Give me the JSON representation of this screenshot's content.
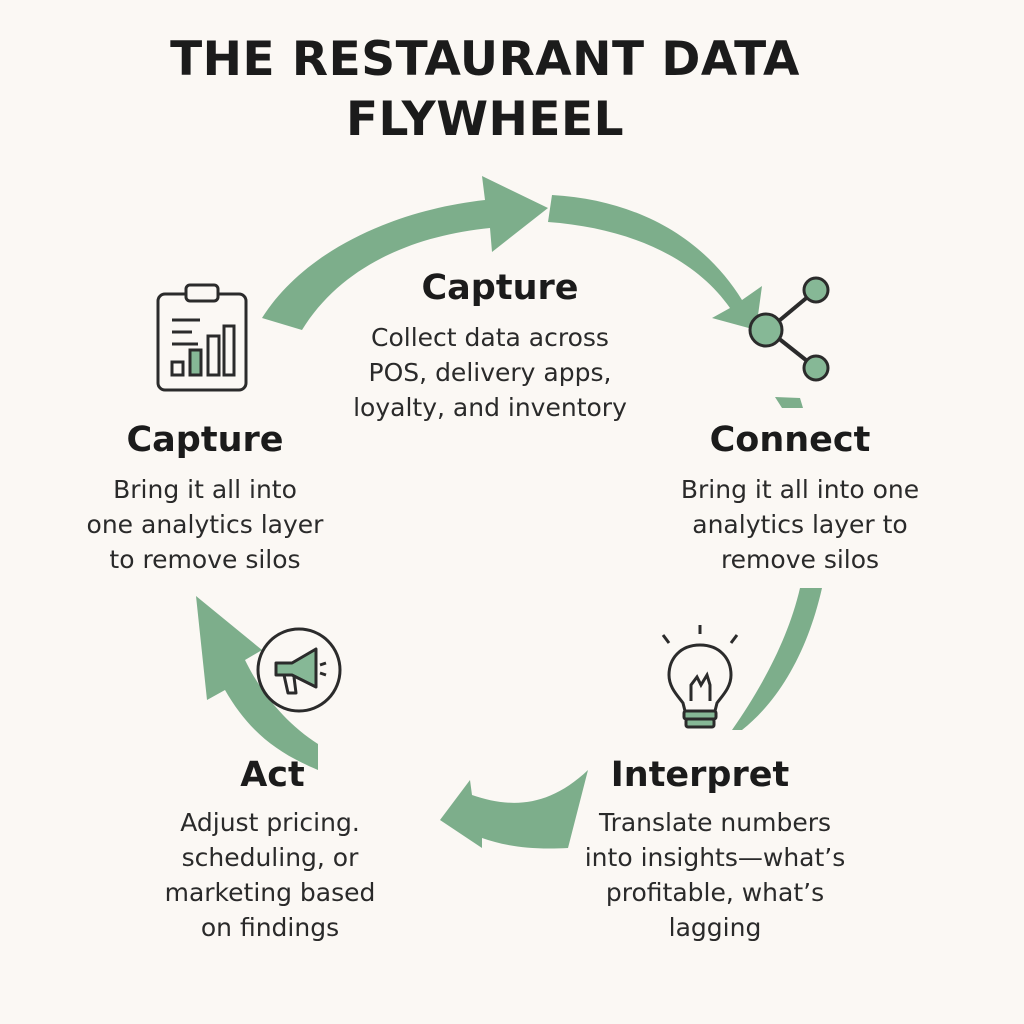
{
  "title": {
    "line1": "THE RESTAURANT DATA",
    "line2": "FLYWHEEL"
  },
  "colors": {
    "background": "#fbf8f4",
    "arrow_green": "#7dae8b",
    "icon_green": "#86b896",
    "icon_stroke": "#2b2b2b"
  },
  "stages": {
    "capture_top": {
      "heading": "Capture",
      "lines": [
        "Collect data across",
        "POS, delivery apps,",
        "loyalty, and inventory"
      ]
    },
    "capture_left": {
      "heading": "Capture",
      "lines": [
        "Bring it all into",
        "one analytics layer",
        "to remove silos"
      ],
      "icon": "clipboard-chart-icon"
    },
    "connect": {
      "heading": "Connect",
      "lines": [
        "Bring it all into one",
        "analytics layer to",
        "remove silos"
      ],
      "icon": "share-nodes-icon"
    },
    "interpret": {
      "heading": "Interpret",
      "lines": [
        "Translate numbers",
        "into insights—what’s",
        "profitable, what’s",
        "lagging"
      ],
      "icon": "lightbulb-icon"
    },
    "act": {
      "heading": "Act",
      "lines": [
        "Adjust pricing.",
        "scheduling, or",
        "marketing based",
        "on findings"
      ],
      "icon": "megaphone-icon"
    }
  }
}
